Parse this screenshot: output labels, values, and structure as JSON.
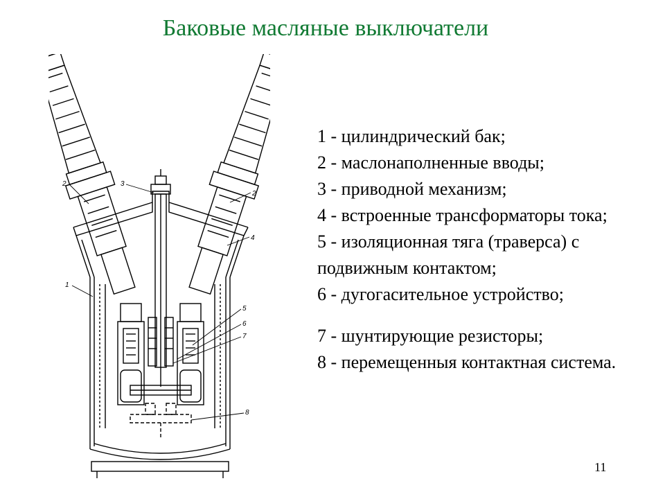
{
  "slide": {
    "title": "Баковые масляные выключатели",
    "page_number": "11",
    "title_color": "#117a33"
  },
  "legend": {
    "items": [
      "1 - цилиндрический бак;",
      "2 - маслонаполненные вводы;",
      "3 - приводной механизм;",
      "4 - встроенные трансформаторы тока;",
      "5 - изоляционная тяга (траверса) с подвижным контактом;",
      "6 - дугогасительное устройство;",
      "7 - шунтирующие резисторы;",
      "8 - перемещенныя контактная система."
    ]
  },
  "diagram": {
    "callouts": [
      "1",
      "2",
      "2",
      "3",
      "4",
      "5",
      "6",
      "7",
      "8"
    ]
  }
}
